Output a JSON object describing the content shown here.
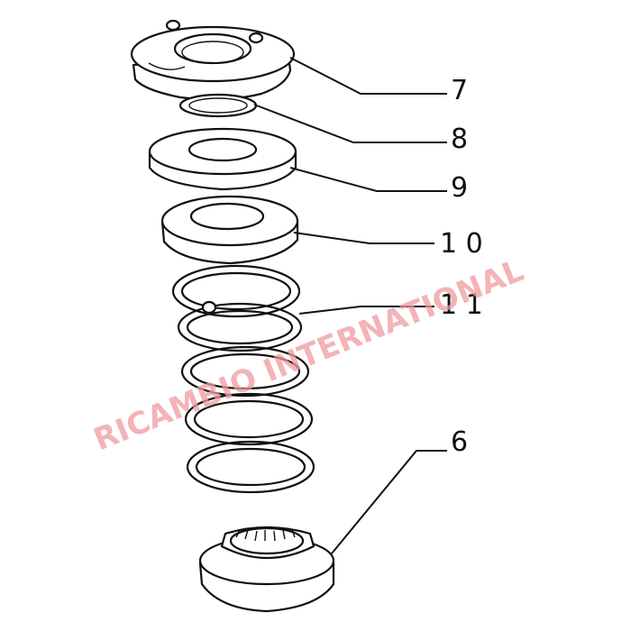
{
  "callouts": {
    "p7": "7",
    "p8": "8",
    "p9": "9",
    "p10": "1 0",
    "p11": "1 1",
    "p6": "6"
  },
  "watermark": {
    "text": "RICAMBIO INTERNATIONAL",
    "color": "#ef9aa0"
  }
}
